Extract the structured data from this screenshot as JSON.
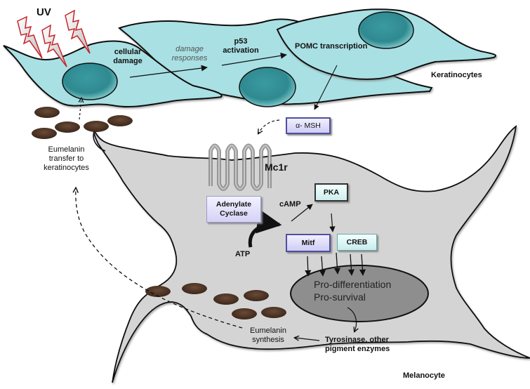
{
  "title": "UV-induced melanogenesis signaling between keratinocytes and melanocyte",
  "labels": {
    "uv": "UV",
    "cellular_damage": [
      "cellular",
      "damage"
    ],
    "damage_responses": [
      "damage",
      "responses"
    ],
    "p53_activation": [
      "p53",
      "activation"
    ],
    "pomc_transcription": "POMC transcription",
    "keratinocytes": "Keratinocytes",
    "eumelanin_transfer": [
      "Eumelanin",
      "transfer to",
      "keratinocytes"
    ],
    "mc1r": "Mc1r",
    "camp": "cAMP",
    "atp": "ATP",
    "eumelanin_synthesis": [
      "Eumelanin",
      "synthesis"
    ],
    "tyrosinase": [
      "Tyrosinase, other",
      "pigment enzymes"
    ],
    "melanocyte": "Melanocyte",
    "nucleus_outcomes": [
      "Pro-differentiation",
      "Pro-survival"
    ]
  },
  "boxes": {
    "alpha_msh": "α- MSH",
    "adenylate_cyclase": [
      "Adenylate",
      "Cyclase"
    ],
    "pka": "PKA",
    "mitf": "Mitf",
    "creb": "CREB"
  },
  "colors": {
    "keratinocyte_fill": "#a9e0e3",
    "keratinocyte_nucleus": "#3a9aa0",
    "melanocyte_fill": "#d4d4d4",
    "melanocyte_nucleus": "#8e8e8e",
    "melanin": "#4a3325",
    "uv_bolt_outline": "#c8232a",
    "receptor": "#8a8a8a"
  }
}
